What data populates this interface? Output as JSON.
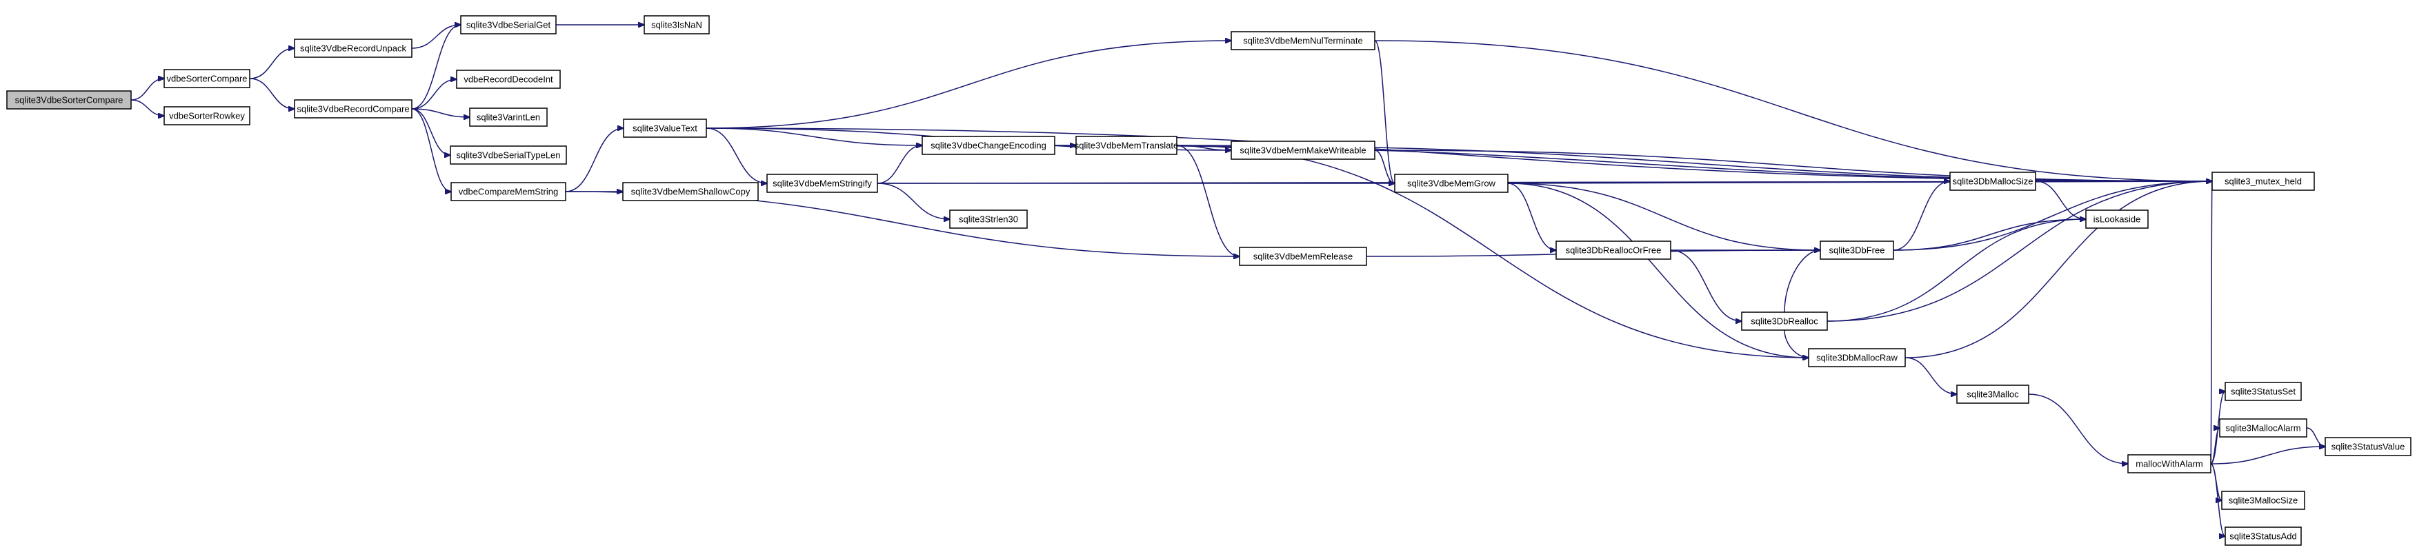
{
  "graph": {
    "colors": {
      "edge": "#191970",
      "node_border": "#000000",
      "root_fill": "#bfbfbf",
      "node_fill": "#ffffff"
    },
    "nodes": {
      "n_sortercompare": "sqlite3VdbeSorterCompare",
      "n_vdbesortercompare": "vdbeSorterCompare",
      "n_vdbesorterrowkey": "vdbeSorterRowkey",
      "n_recordunpack": "sqlite3VdbeRecordUnpack",
      "n_recordcompare": "sqlite3VdbeRecordCompare",
      "n_serialget": "sqlite3VdbeSerialGet",
      "n_isnan": "sqlite3IsNaN",
      "n_recorddecodeint": "vdbeRecordDecodeInt",
      "n_varintlen": "sqlite3VarintLen",
      "n_serialtypelen": "sqlite3VdbeSerialTypeLen",
      "n_comparememstring": "vdbeCompareMemString",
      "n_memshallowcopy": "sqlite3VdbeMemShallowCopy",
      "n_valuetext": "sqlite3ValueText",
      "n_memstringify": "sqlite3VdbeMemStringify",
      "n_strlen30": "sqlite3Strlen30",
      "n_changeencoding": "sqlite3VdbeChangeEncoding",
      "n_memtranslate": "sqlite3VdbeMemTranslate",
      "n_memnulterminate": "sqlite3VdbeMemNulTerminate",
      "n_memmakewriteable": "sqlite3VdbeMemMakeWriteable",
      "n_memgrow": "sqlite3VdbeMemGrow",
      "n_memrelease": "sqlite3VdbeMemRelease",
      "n_dbreallocorfree": "sqlite3DbReallocOrFree",
      "n_dbrealloc": "sqlite3DbRealloc",
      "n_dbmallocsize": "sqlite3DbMallocSize",
      "n_dbfree": "sqlite3DbFree",
      "n_islookaside": "isLookaside",
      "n_dbmallocraw": "sqlite3DbMallocRaw",
      "n_malloc": "sqlite3Malloc",
      "n_mutexheld": "sqlite3_mutex_held",
      "n_mallocwithalarm": "mallocWithAlarm",
      "n_statusset": "sqlite3StatusSet",
      "n_mallocalarm": "sqlite3MallocAlarm",
      "n_statusvalue": "sqlite3StatusValue",
      "n_mallocsize": "sqlite3MallocSize",
      "n_statusadd": "sqlite3StatusAdd"
    },
    "edges": [
      [
        "n_sortercompare",
        "n_vdbesortercompare"
      ],
      [
        "n_sortercompare",
        "n_vdbesorterrowkey"
      ],
      [
        "n_vdbesortercompare",
        "n_recordunpack"
      ],
      [
        "n_vdbesortercompare",
        "n_recordcompare"
      ],
      [
        "n_recordunpack",
        "n_serialget"
      ],
      [
        "n_serialget",
        "n_isnan"
      ],
      [
        "n_recordcompare",
        "n_serialget"
      ],
      [
        "n_recordcompare",
        "n_recorddecodeint"
      ],
      [
        "n_recordcompare",
        "n_varintlen"
      ],
      [
        "n_recordcompare",
        "n_serialtypelen"
      ],
      [
        "n_recordcompare",
        "n_comparememstring"
      ],
      [
        "n_comparememstring",
        "n_memshallowcopy"
      ],
      [
        "n_comparememstring",
        "n_valuetext"
      ],
      [
        "n_comparememstring",
        "n_memrelease"
      ],
      [
        "n_valuetext",
        "n_memnulterminate"
      ],
      [
        "n_valuetext",
        "n_changeencoding"
      ],
      [
        "n_valuetext",
        "n_memmakewriteable"
      ],
      [
        "n_valuetext",
        "n_memstringify"
      ],
      [
        "n_valuetext",
        "n_mutexheld"
      ],
      [
        "n_memstringify",
        "n_changeencoding"
      ],
      [
        "n_memstringify",
        "n_memgrow"
      ],
      [
        "n_memstringify",
        "n_strlen30"
      ],
      [
        "n_memstringify",
        "n_mutexheld"
      ],
      [
        "n_changeencoding",
        "n_memtranslate"
      ],
      [
        "n_changeencoding",
        "n_mutexheld"
      ],
      [
        "n_memtranslate",
        "n_memmakewriteable"
      ],
      [
        "n_memtranslate",
        "n_memrelease"
      ],
      [
        "n_memtranslate",
        "n_dbmallocraw"
      ],
      [
        "n_memtranslate",
        "n_mutexheld"
      ],
      [
        "n_memnulterminate",
        "n_memgrow"
      ],
      [
        "n_memnulterminate",
        "n_mutexheld"
      ],
      [
        "n_memmakewriteable",
        "n_memgrow"
      ],
      [
        "n_memmakewriteable",
        "n_mutexheld"
      ],
      [
        "n_memgrow",
        "n_dbfree"
      ],
      [
        "n_memgrow",
        "n_dbreallocorfree"
      ],
      [
        "n_memgrow",
        "n_dbmallocraw"
      ],
      [
        "n_memgrow",
        "n_mutexheld"
      ],
      [
        "n_memrelease",
        "n_dbfree"
      ],
      [
        "n_dbreallocorfree",
        "n_dbfree"
      ],
      [
        "n_dbreallocorfree",
        "n_dbrealloc"
      ],
      [
        "n_dbrealloc",
        "n_dbfree"
      ],
      [
        "n_dbrealloc",
        "n_islookaside"
      ],
      [
        "n_dbrealloc",
        "n_dbmallocraw"
      ],
      [
        "n_dbrealloc",
        "n_mutexheld"
      ],
      [
        "n_dbfree",
        "n_dbmallocsize"
      ],
      [
        "n_dbfree",
        "n_islookaside"
      ],
      [
        "n_dbfree",
        "n_mutexheld"
      ],
      [
        "n_dbmallocsize",
        "n_islookaside"
      ],
      [
        "n_dbmallocsize",
        "n_mutexheld"
      ],
      [
        "n_dbmallocraw",
        "n_malloc"
      ],
      [
        "n_dbmallocraw",
        "n_mutexheld"
      ],
      [
        "n_malloc",
        "n_mallocwithalarm"
      ],
      [
        "n_mallocwithalarm",
        "n_statusset"
      ],
      [
        "n_mallocwithalarm",
        "n_mallocalarm"
      ],
      [
        "n_mallocwithalarm",
        "n_statusvalue"
      ],
      [
        "n_mallocwithalarm",
        "n_mallocsize"
      ],
      [
        "n_mallocwithalarm",
        "n_statusadd"
      ],
      [
        "n_mallocwithalarm",
        "n_mutexheld"
      ],
      [
        "n_mallocalarm",
        "n_statusvalue"
      ]
    ]
  }
}
